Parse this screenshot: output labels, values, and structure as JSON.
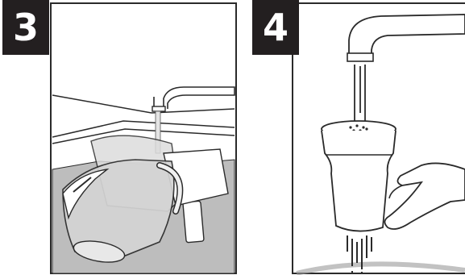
{
  "steps": [
    {
      "number": "3",
      "illustration": "jug-filling-under-tap"
    },
    {
      "number": "4",
      "illustration": "cartridge-rinsing-under-tap"
    }
  ],
  "colors": {
    "badge": "#231f20",
    "outline": "#2a2a2a",
    "water": "#c8c8c8",
    "fill_water": "#bdbdbd"
  }
}
